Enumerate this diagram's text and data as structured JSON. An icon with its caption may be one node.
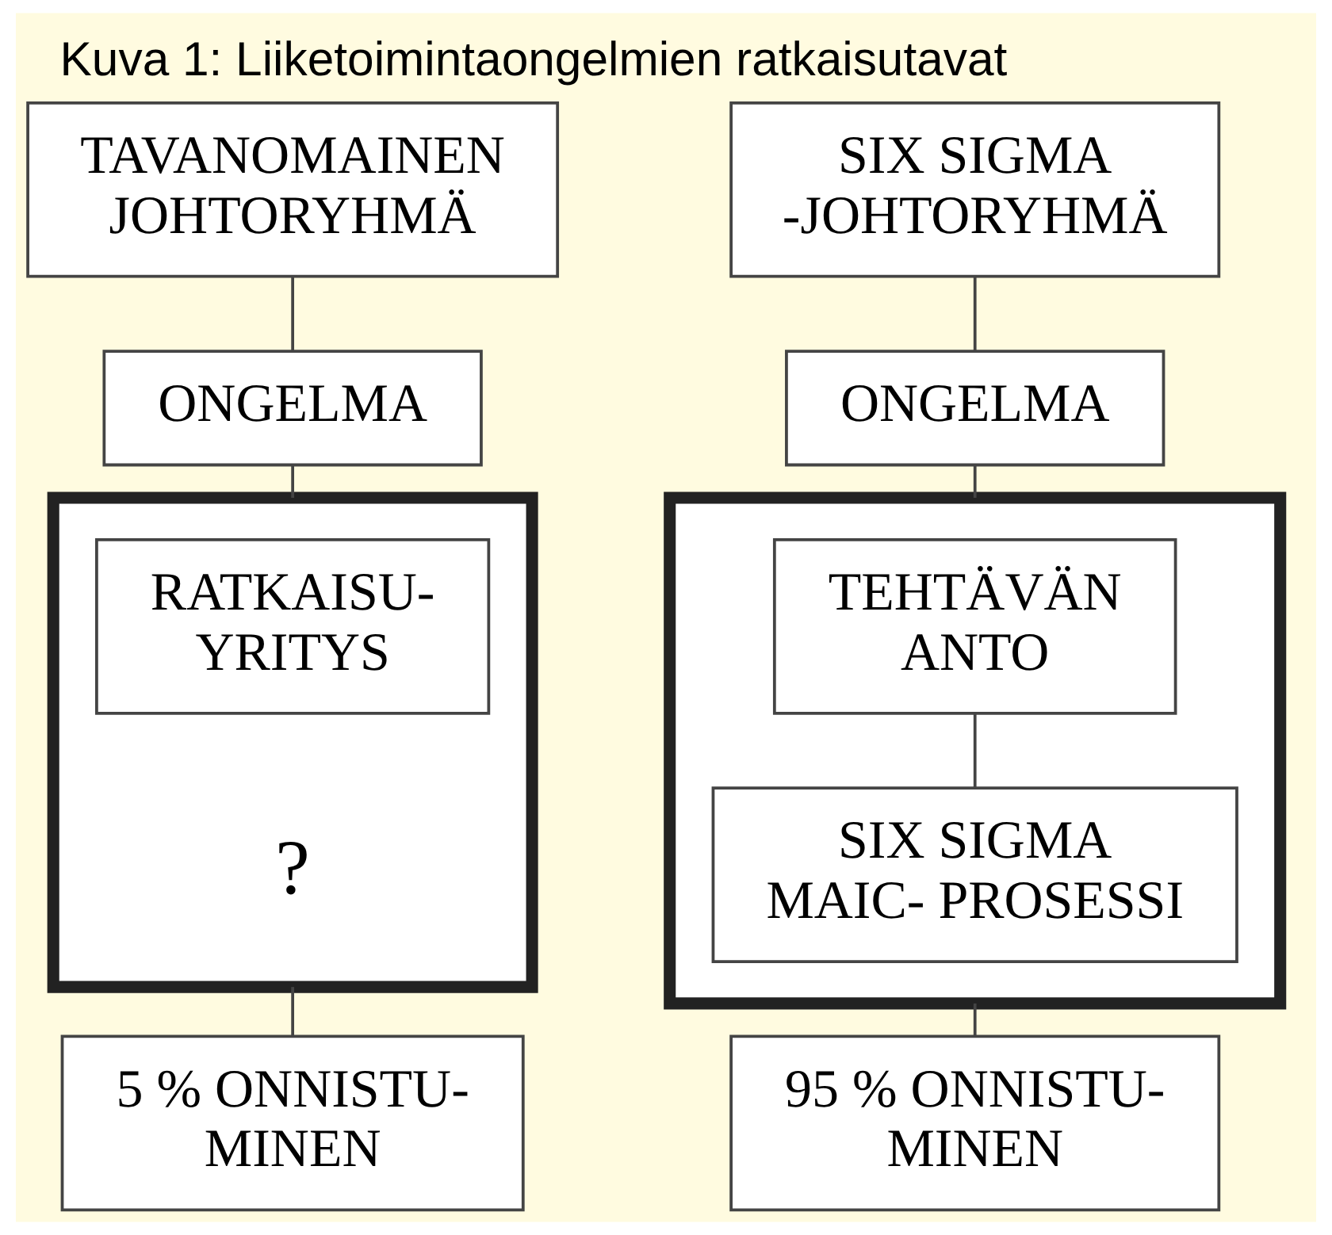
{
  "diagram": {
    "title": "Kuva 1: Liiketoimintaongelmien ratkaisutavat",
    "nodes": [
      {
        "text": [
          "TAVANOMAINEN JOHTORYHMÄ"
        ]
      },
      {
        "text": [
          "ONGELMA"
        ]
      },
      {
        "text": [],
        "shape": "box"
      },
      {
        "text": [
          "RATKAISU- YRITYS"
        ],
        "in": 2
      },
      {
        "text": [
          "?"
        ],
        "in": 2
      },
      {
        "text": [
          "5 % ONNISTU- MINEN"
        ]
      },
      {
        "text": [
          "SIX SIGMA -JOHTORYHMÄ"
        ]
      },
      {
        "text": [
          "ONGELMA"
        ]
      },
      {
        "text": [],
        "shape": "box"
      },
      {
        "text": [
          "TEHTÄVÄN ANTO"
        ],
        "in": 8
      },
      {
        "text": [
          "SIX SIGMA MAIC- PROSESSI"
        ],
        "in": 8
      },
      {
        "text": [
          "95 % ONNISTU- MINEN"
        ]
      }
    ],
    "edges": [
      {
        "from": 0,
        "to": 1,
        "arrow": "none"
      },
      {
        "from": 1,
        "to": 2,
        "arrow": "none"
      },
      {
        "from": 2,
        "to": 5,
        "arrow": "none"
      },
      {
        "from": 6,
        "to": 7,
        "arrow": "none"
      },
      {
        "from": 7,
        "to": 8,
        "arrow": "none"
      },
      {
        "from": 9,
        "to": 10,
        "arrow": "none"
      },
      {
        "from": 8,
        "to": 11,
        "arrow": "none"
      }
    ]
  }
}
